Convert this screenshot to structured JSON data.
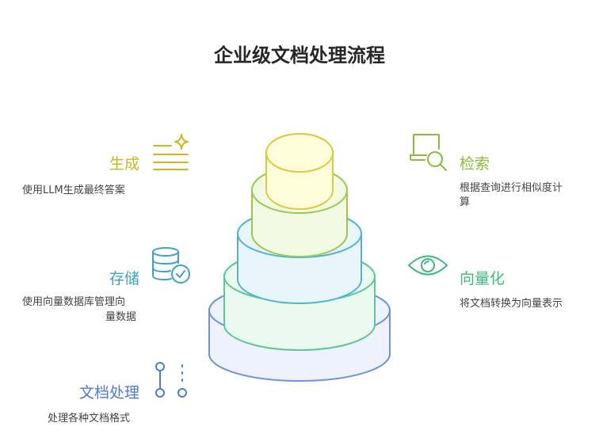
{
  "title": "企业级文档处理流程",
  "stages": {
    "generate": {
      "label": "生成",
      "desc": "使用LLM生成最终答案",
      "color": "#c9b81c",
      "icon": "sparkle-lines-icon"
    },
    "store": {
      "label": "存储",
      "desc_line1": "使用向量数据库管理向",
      "desc_line2": "量数据",
      "color": "#3aa3c6",
      "icon": "database-check-icon"
    },
    "process": {
      "label": "文档处理",
      "desc": "处理各种文档格式",
      "color": "#4a7cd0",
      "icon": "workflow-nodes-icon"
    },
    "retrieve": {
      "label": "检索",
      "desc_line1": "根据查询进行相似度计",
      "desc_line2": "算",
      "color": "#8dbb3a",
      "icon": "document-search-icon"
    },
    "vectorize": {
      "label": "向量化",
      "desc": "将文档转换为向量表示",
      "color": "#3cb97b",
      "icon": "eye-icon"
    }
  }
}
